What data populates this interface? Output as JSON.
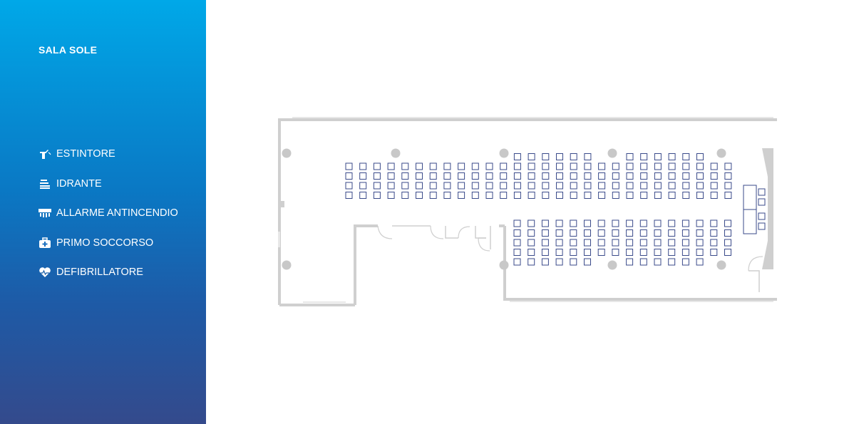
{
  "room": {
    "title": "SALA SOLE"
  },
  "legend": [
    {
      "label": "ESTINTORE",
      "icon": "fire-extinguisher-icon"
    },
    {
      "label": "IDRANTE",
      "icon": "hydrant-icon"
    },
    {
      "label": "ALLARME ANTINCENDIO",
      "icon": "fire-alarm-icon"
    },
    {
      "label": "PRIMO SOCCORSO",
      "icon": "first-aid-icon"
    },
    {
      "label": "DEFIBRILLATORE",
      "icon": "defibrillator-icon"
    }
  ],
  "colors": {
    "sidebar_top": "#00a8e8",
    "sidebar_bottom": "#344a8c",
    "wall": "#cfcfcf",
    "seat": "#3a4a8a",
    "column": "#c8c8c8"
  }
}
